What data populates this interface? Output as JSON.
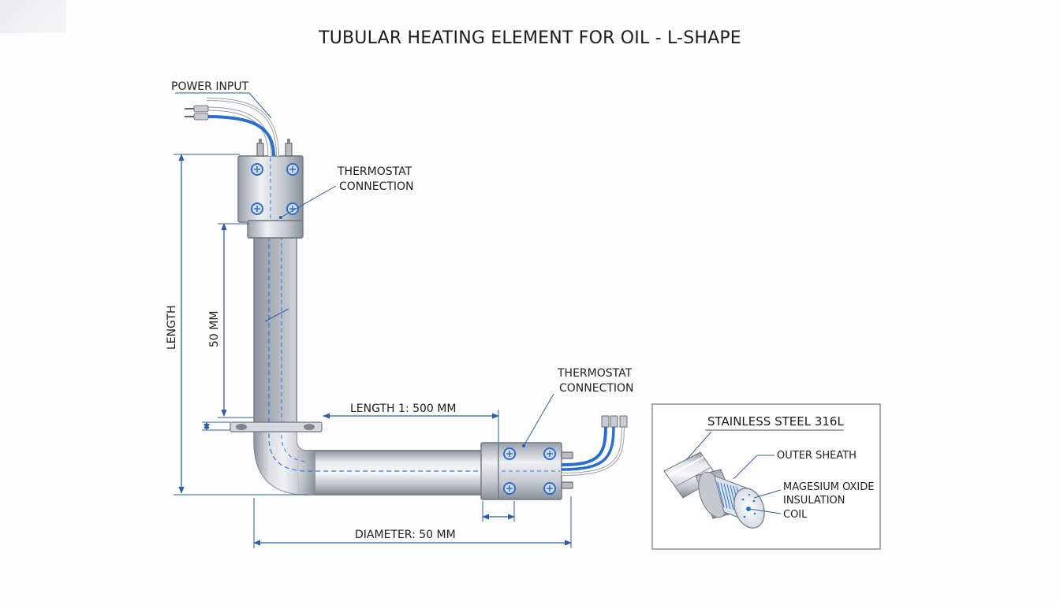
{
  "title": "TUBULAR HEATING ELEMENT FOR OIL - L-SHAPE",
  "labels": {
    "power_input": "POWER INPUT",
    "thermostat_top_line1": "THERMOSTAT",
    "thermostat_top_line2": "CONNECTION",
    "thermostat_bottom_line1": "THERMOSTAT",
    "thermostat_bottom_line2": "CONNECTION",
    "length": "LENGTH",
    "dim_50mm": "50 MM",
    "length1": "LENGTH 1: 500 MM",
    "diameter": "DIAMETER: 50 MM"
  },
  "inset": {
    "title": "STAINLESS STEEL 316L",
    "outer_sheath": "OUTER SHEATH",
    "insulation_line1": "MAGESIUM OXIDE",
    "insulation_line2": "INSULATION",
    "coil": "COIL"
  },
  "colors": {
    "dimension": "#2c5fa8",
    "wire_blue": "#2a6fd0",
    "steel": "#c9ced6"
  }
}
